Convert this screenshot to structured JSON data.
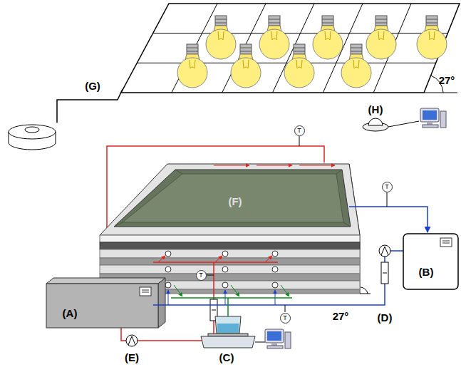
{
  "diagram": {
    "nodes": [
      {
        "text": [
          "T"
        ]
      },
      {
        "text": [
          "T"
        ]
      },
      {
        "text": [
          "T"
        ]
      },
      {
        "text": [
          "T"
        ]
      }
    ],
    "labels": [
      "(G)",
      "27°",
      "(H)",
      "(F)",
      "(B)",
      "27°",
      "(D)",
      "(A)",
      "(E)",
      "(C)"
    ]
  }
}
